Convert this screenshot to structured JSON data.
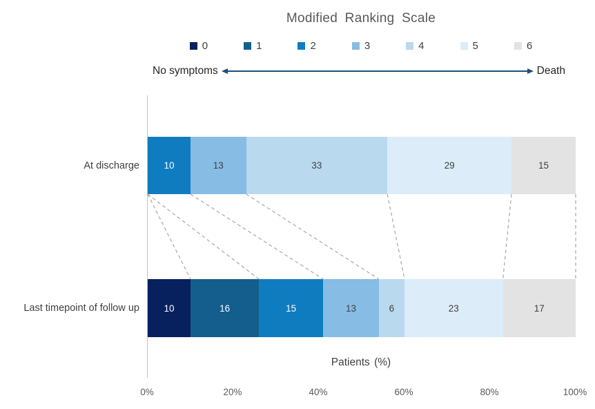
{
  "title": "Modified Ranking Scale",
  "scale_annotation": {
    "left_label": "No symptoms",
    "right_label": "Death"
  },
  "colors": {
    "arrow": "#1f4e79",
    "connector": "#a6a6a6",
    "axis_line": "#c4c4c4",
    "title_text": "#595959",
    "category_text": "#404040"
  },
  "chart_data": {
    "type": "bar",
    "stacked": true,
    "orientation": "horizontal",
    "title": "Modified Ranking Scale",
    "xlabel": "Patients (%)",
    "xlim": [
      0,
      100
    ],
    "xticks": [
      "0%",
      "20%",
      "40%",
      "60%",
      "80%",
      "100%"
    ],
    "legend_position": "top",
    "grid": false,
    "categories": [
      "At discharge",
      "Last timepoint of follow up"
    ],
    "series": [
      {
        "name": "0",
        "color": "#07215f",
        "label_color": "#ffffff",
        "values": [
          0,
          10
        ]
      },
      {
        "name": "1",
        "color": "#145e8d",
        "label_color": "#ffffff",
        "values": [
          0,
          16
        ]
      },
      {
        "name": "2",
        "color": "#0f7cc0",
        "label_color": "#ffffff",
        "values": [
          10,
          15
        ]
      },
      {
        "name": "3",
        "color": "#87bce4",
        "label_color": "#404040",
        "values": [
          13,
          13
        ]
      },
      {
        "name": "4",
        "color": "#b9d9ef",
        "label_color": "#404040",
        "values": [
          33,
          6
        ]
      },
      {
        "name": "5",
        "color": "#dcecf8",
        "label_color": "#404040",
        "values": [
          29,
          23
        ]
      },
      {
        "name": "6",
        "color": "#e3e3e3",
        "label_color": "#404040",
        "values": [
          15,
          17
        ]
      }
    ],
    "connectors": "dashed gray lines linking cumulative category boundaries between the two bars"
  }
}
